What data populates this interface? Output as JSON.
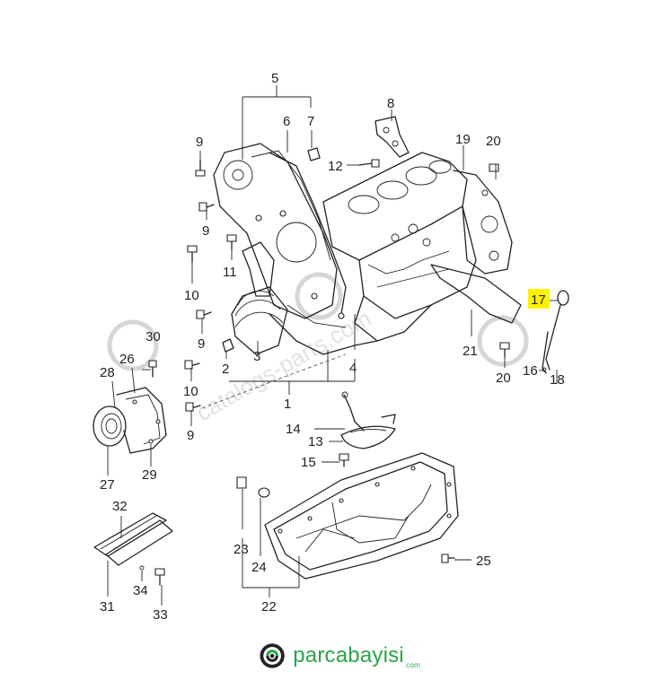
{
  "labels": {
    "p1": "1",
    "p2": "2",
    "p3": "3",
    "p4": "4",
    "p5": "5",
    "p6": "6",
    "p7": "7",
    "p8": "8",
    "p9a": "9",
    "p9b": "9",
    "p9c": "9",
    "p9d": "9",
    "p10a": "10",
    "p10b": "10",
    "p11": "11",
    "p12": "12",
    "p13": "13",
    "p14": "14",
    "p15": "15",
    "p16": "16",
    "p17": "17",
    "p18": "18",
    "p19": "19",
    "p20a": "20",
    "p20b": "20",
    "p21": "21",
    "p22": "22",
    "p23": "23",
    "p24": "24",
    "p25": "25",
    "p26": "26",
    "p27": "27",
    "p28": "28",
    "p29": "29",
    "p30": "30",
    "p31": "31",
    "p32": "32",
    "p33": "33",
    "p34": "34"
  },
  "highlight": {
    "part": "17",
    "color": "#fff200"
  },
  "watermark": "catalogs-parts.com",
  "logo": {
    "brand": "parcabayisi",
    "suffix": ".com",
    "color": "#2aa54a"
  }
}
